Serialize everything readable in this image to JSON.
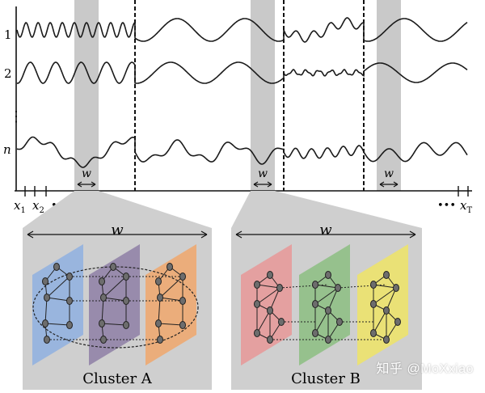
{
  "rows": {
    "row1_label": "1",
    "row2_label": "2",
    "ellipsis_label": "⋮",
    "rown_label": "n"
  },
  "window_label": "w",
  "axis": {
    "x1": "x",
    "x1_sub": "1",
    "x2": "x",
    "x2_sub": "2",
    "dots_left": "•••",
    "dots_right": "•••",
    "xT": "x",
    "xT_sub": "T"
  },
  "clusters": [
    {
      "label": "Cluster A",
      "width_label": "w",
      "layer_colors": [
        "#8fb0e0",
        "#8e7fa6",
        "#f0a76c"
      ]
    },
    {
      "label": "Cluster B",
      "width_label": "w",
      "layer_colors": [
        "#e59a9a",
        "#8fbf85",
        "#ece26b"
      ]
    }
  ],
  "watermark": "知乎 @MoXxiao",
  "colors": {
    "window_shade": "#c9c9c9",
    "panel_bg": "#cfcfcf",
    "line": "#1a1a1a",
    "node": "#777777"
  }
}
